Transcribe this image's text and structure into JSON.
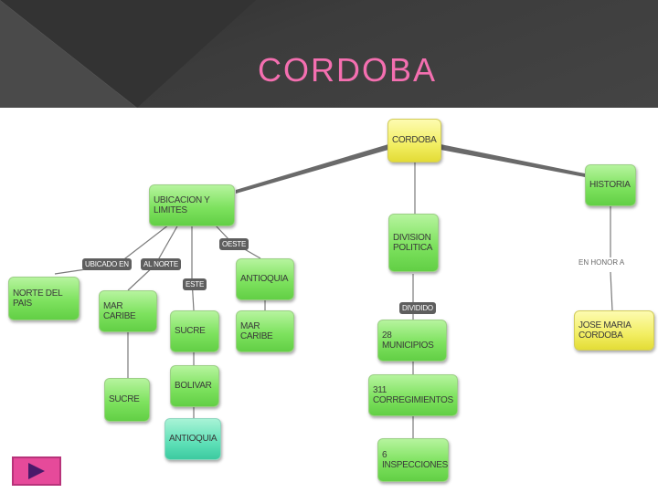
{
  "slide": {
    "title": "CORDOBA"
  },
  "nodes": {
    "root": "CORDOBA",
    "ubicacion": "UBICACION Y LIMITES",
    "division": "DIVISION POLITICA",
    "historia": "HISTORIA",
    "norte_pais": "NORTE DEL PAIS",
    "mar_caribe_1": "MAR CARIBE",
    "sucre_1": "SUCRE",
    "antioquia_1": "ANTIOQUIA",
    "mar_caribe_2": "MAR CARIBE",
    "sucre_2": "SUCRE",
    "bolivar": "BOLIVAR",
    "antioquia_2": "ANTIOQUIA",
    "municipios": "28 MUNICIPIOS",
    "corregimientos": "311 CORREGIMIENTOS",
    "inspecciones": "6 INSPECCIONES",
    "jose_maria": "JOSE MARIA CORDOBA"
  },
  "links": {
    "ubicado_en": "UBICADO EN",
    "al_norte": "AL NORTE",
    "oeste": "OESTE",
    "este": "ESTE",
    "divido": "DIVIDIDO",
    "en_honor": "EN HONOR A"
  },
  "colors": {
    "title": "#f46fb0",
    "node_green": "#7ee25f",
    "node_yellow": "#f2ee62",
    "node_teal": "#5ee0b7",
    "header": "#3a3a3a"
  },
  "icons": {
    "next": "play-triangle-icon"
  }
}
